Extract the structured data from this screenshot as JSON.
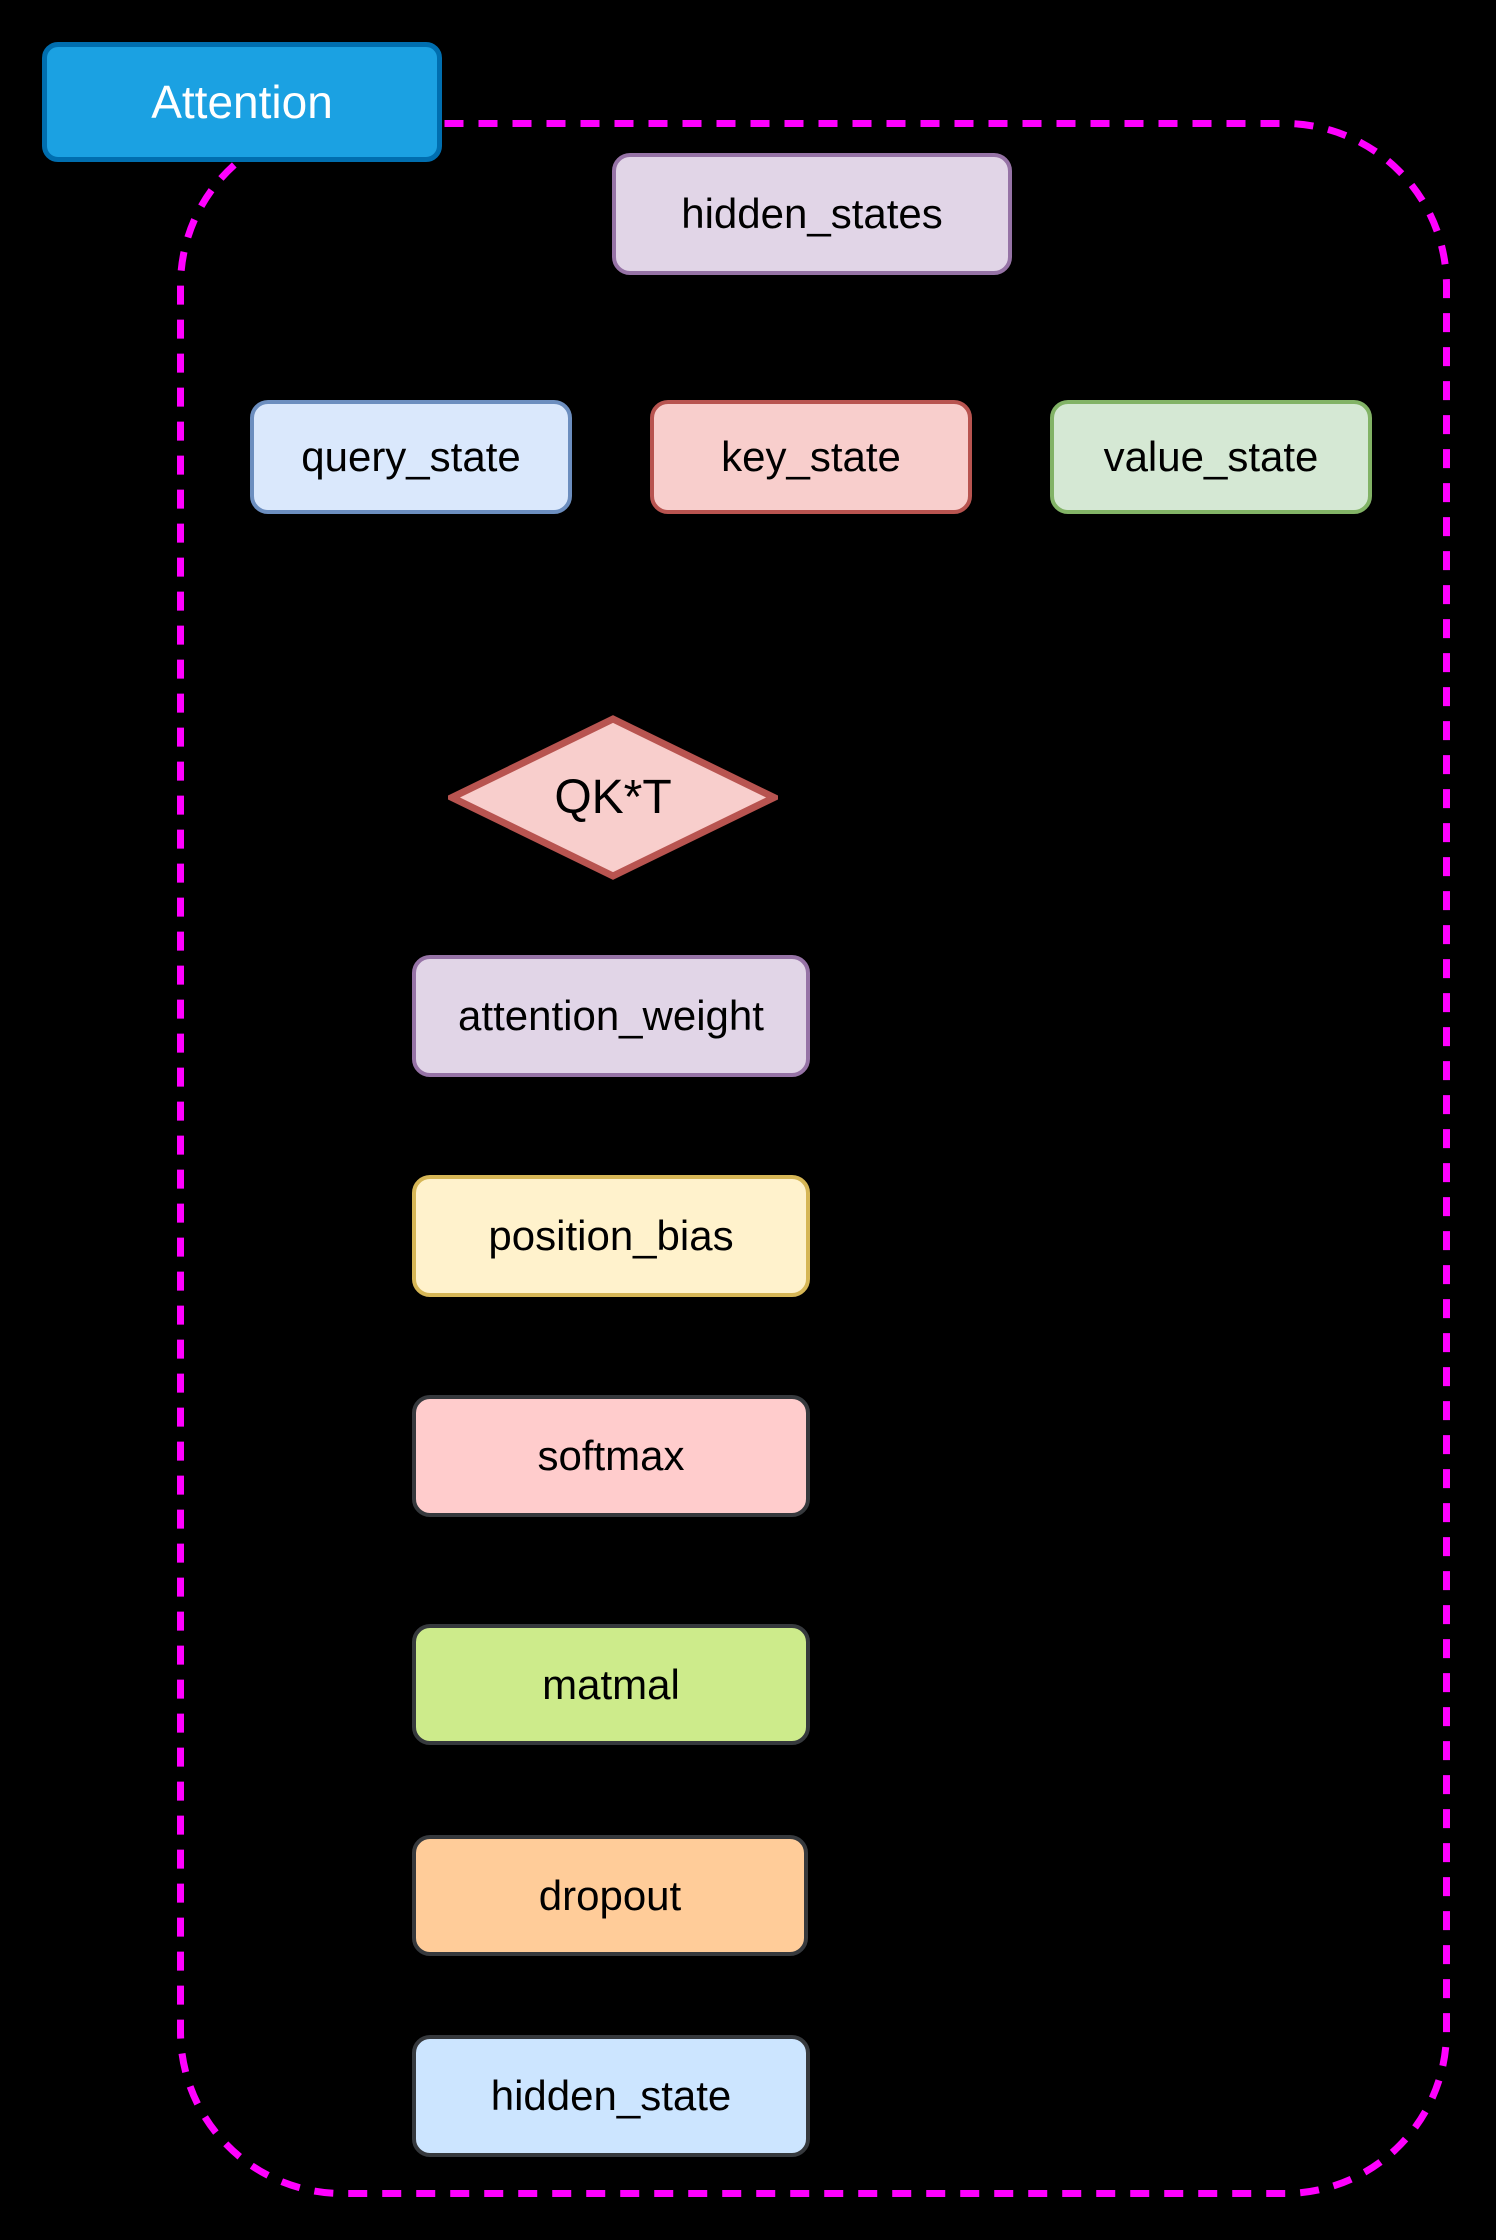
{
  "page": {
    "background": "#000000"
  },
  "container": {
    "border_color": "#FF00FF"
  },
  "badge": {
    "label": "Attention",
    "fill": "#1BA1E2",
    "stroke": "#006EAF",
    "text_color": "#FFFFFF"
  },
  "nodes": {
    "hidden_states": {
      "label": "hidden_states",
      "fill": "#E1D5E7",
      "stroke": "#9673A6"
    },
    "query_state": {
      "label": "query_state",
      "fill": "#DAE8FC",
      "stroke": "#6C8EBF"
    },
    "key_state": {
      "label": "key_state",
      "fill": "#F8CECC",
      "stroke": "#B85450"
    },
    "value_state": {
      "label": "value_state",
      "fill": "#D5E8D4",
      "stroke": "#82B366"
    },
    "qkt": {
      "label": "QK*T",
      "fill": "#F8CECC",
      "stroke": "#B85450"
    },
    "attention_weight": {
      "label": "attention_weight",
      "fill": "#E1D5E7",
      "stroke": "#9673A6"
    },
    "position_bias": {
      "label": "position_bias",
      "fill": "#FFF2CC",
      "stroke": "#D6B656"
    },
    "softmax": {
      "label": "softmax",
      "fill": "#FFCCCC",
      "stroke": "#36393D"
    },
    "matmal": {
      "label": "matmal",
      "fill": "#CDEB8B",
      "stroke": "#36393D"
    },
    "dropout": {
      "label": "dropout",
      "fill": "#FFCC99",
      "stroke": "#36393D"
    },
    "hidden_state": {
      "label": "hidden_state",
      "fill": "#CCE5FF",
      "stroke": "#36393D"
    }
  }
}
